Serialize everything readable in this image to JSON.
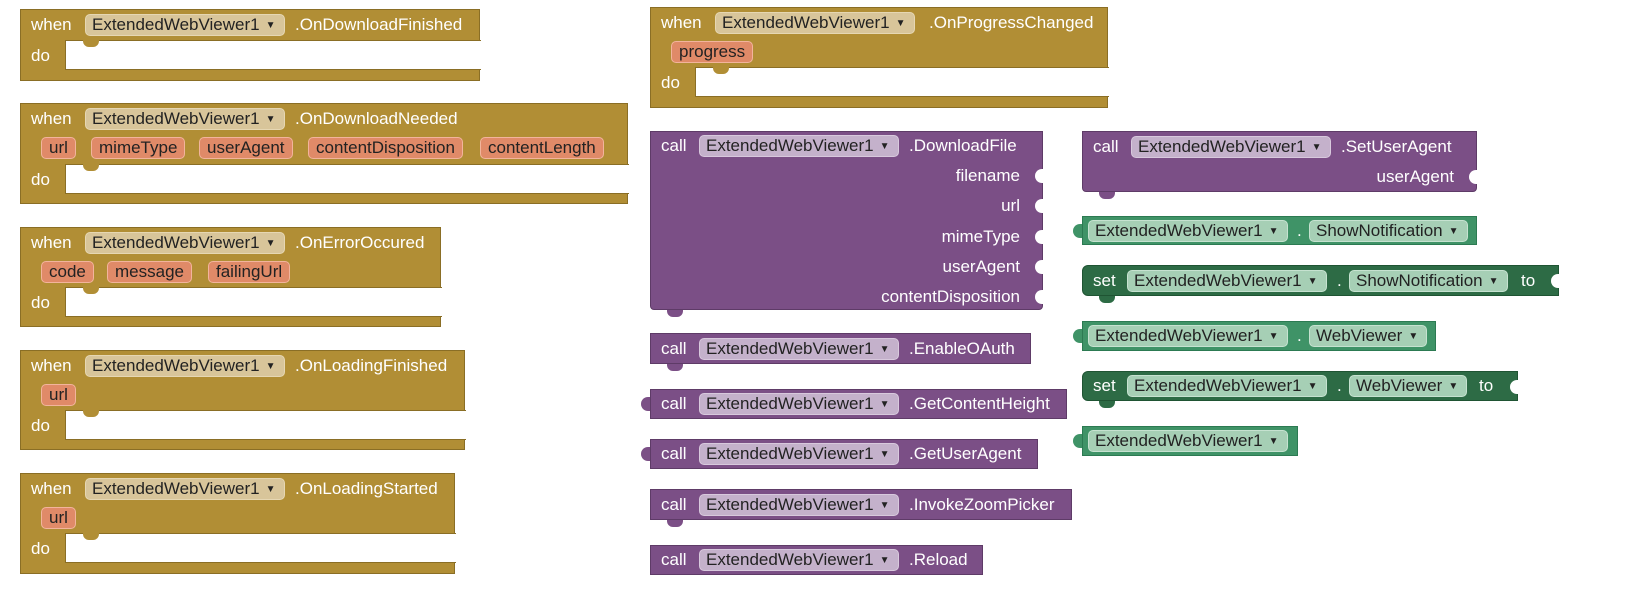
{
  "component": "ExtendedWebViewer1",
  "kw": {
    "when": "when",
    "do": "do",
    "call": "call",
    "set": "set",
    "to": "to",
    "dot": "."
  },
  "events": {
    "download_finished": ".OnDownloadFinished",
    "download_needed": ".OnDownloadNeeded",
    "download_needed_params": [
      "url",
      "mimeType",
      "userAgent",
      "contentDisposition",
      "contentLength"
    ],
    "error_occured": ".OnErrorOccured",
    "error_params": [
      "code",
      "message",
      "failingUrl"
    ],
    "loading_finished": ".OnLoadingFinished",
    "loading_started": ".OnLoadingStarted",
    "url_param": "url",
    "progress_changed": ".OnProgressChanged",
    "progress_param": "progress"
  },
  "methods": {
    "download_file": ".DownloadFile",
    "download_file_args": [
      "filename",
      "url",
      "mimeType",
      "userAgent",
      "contentDisposition"
    ],
    "enable_oauth": ".EnableOAuth",
    "get_content_height": ".GetContentHeight",
    "get_user_agent": ".GetUserAgent",
    "invoke_zoom_picker": ".InvokeZoomPicker",
    "reload": ".Reload",
    "set_user_agent": ".SetUserAgent",
    "set_user_agent_arg": "userAgent"
  },
  "properties": {
    "show_notification": "ShowNotification",
    "web_viewer": "WebViewer"
  },
  "colors": {
    "event": "#b18e35",
    "method": "#7b4f86",
    "component_getter": "#3f9367",
    "component_setter": "#2d6b45",
    "param": "#e08a68"
  }
}
